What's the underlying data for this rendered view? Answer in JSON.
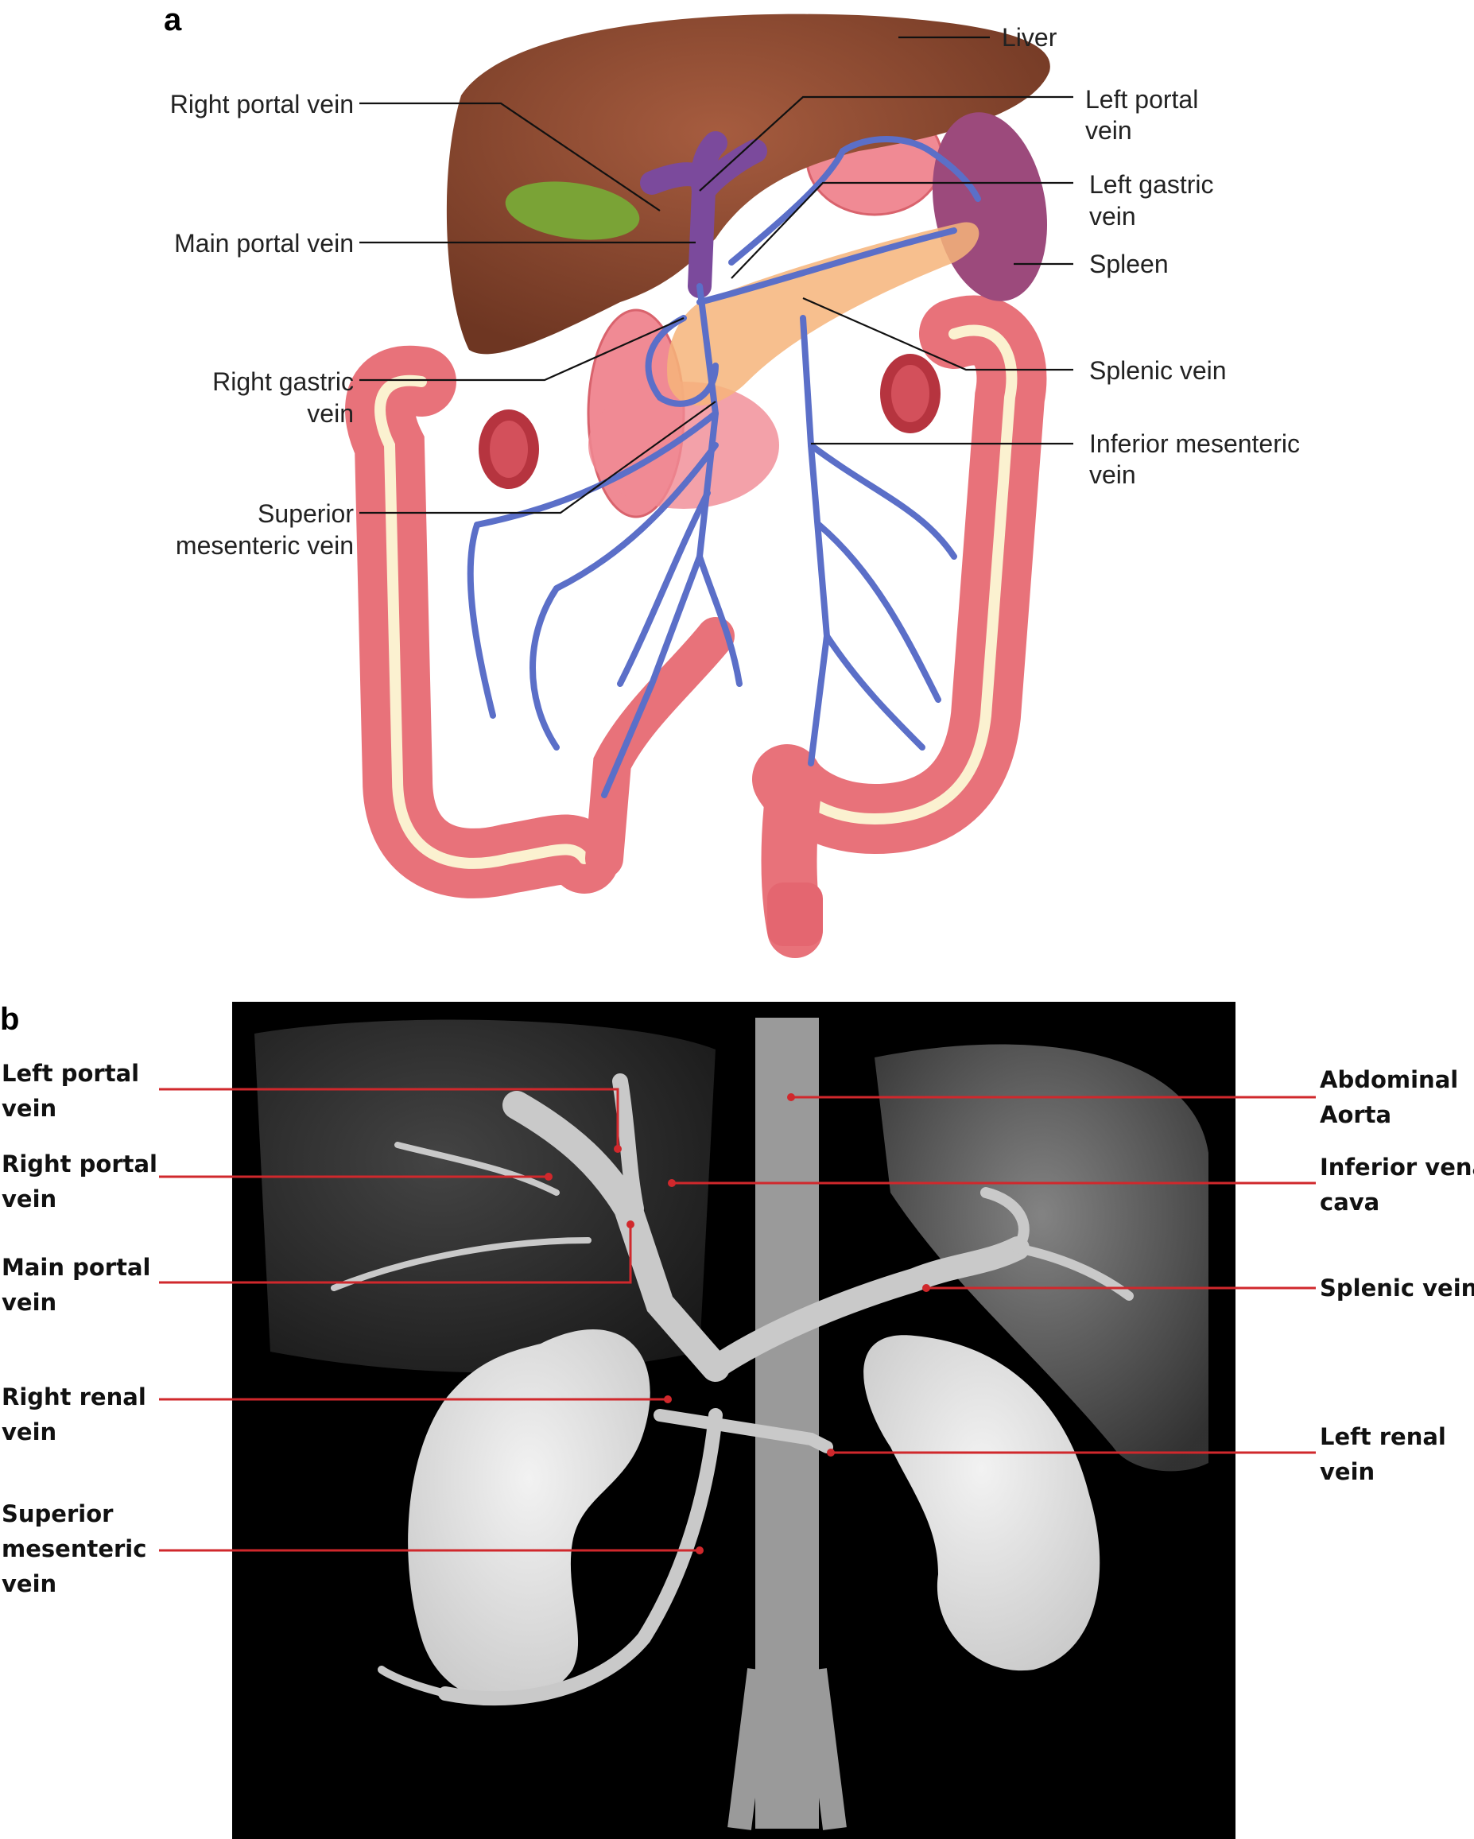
{
  "panel_a": {
    "letter": "a",
    "labels": {
      "liver": "Liver",
      "right_portal_vein": "Right portal vein",
      "left_portal_vein": [
        "Left portal",
        "vein"
      ],
      "left_gastric_vein": [
        "Left gastric",
        "vein"
      ],
      "main_portal_vein": "Main portal vein",
      "spleen": "Spleen",
      "right_gastric_vein": [
        "Right gastric",
        "vein"
      ],
      "splenic_vein": "Splenic vein",
      "inferior_mesenteric_vein": [
        "Inferior mesenteric",
        "vein"
      ],
      "superior_mesenteric_vein": [
        "Superior",
        "mesenteric vein"
      ]
    },
    "colors": {
      "liver": "#8b4a33",
      "gallbladder": "#7aa336",
      "portal_vein": "#7b4a9c",
      "veins": "#5b6fc8",
      "bowel": "#e8727a",
      "bowel_stripe": "#fbf1d0",
      "pancreas": "#f6b47a",
      "spleen": "#9c4a7c",
      "stomach": "#f08a94"
    }
  },
  "panel_b": {
    "letter": "b",
    "labels": {
      "left_portal_vein": [
        "Left portal",
        "vein"
      ],
      "right_portal_vein": [
        "Right portal",
        "vein"
      ],
      "main_portal_vein": [
        "Main portal",
        "vein"
      ],
      "right_renal_vein": [
        "Right renal",
        "vein"
      ],
      "superior_mesenteric_vein": [
        "Superior",
        "mesenteric",
        "vein"
      ],
      "abdominal_aorta": [
        "Abdominal",
        "Aorta"
      ],
      "inferior_vena_cava": [
        "Inferior vena",
        "cava"
      ],
      "splenic_vein": "Splenic vein",
      "left_renal_vein": [
        "Left renal",
        "vein"
      ]
    },
    "colors": {
      "background": "#000000",
      "tissue": "#e0e0e0",
      "leader": "#d0282c"
    }
  }
}
